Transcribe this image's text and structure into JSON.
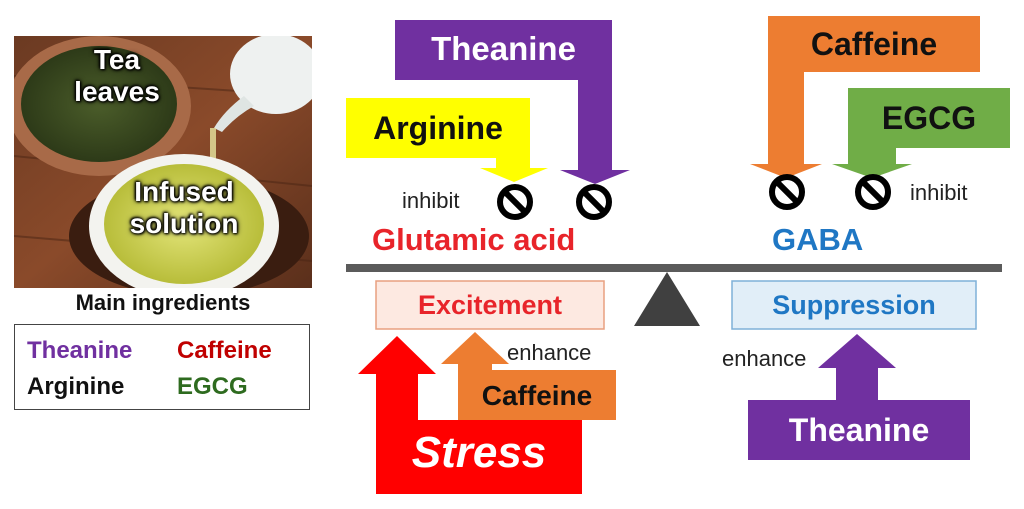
{
  "photo": {
    "tea_leaves_label": "Tea\nleaves",
    "infused_label": "Infused\nsolution"
  },
  "ingredients": {
    "title": "Main ingredients",
    "items": [
      {
        "name": "Theanine",
        "color": "#7030a0"
      },
      {
        "name": "Caffeine",
        "color": "#c00000"
      },
      {
        "name": "Arginine",
        "color": "#111111"
      },
      {
        "name": "EGCG",
        "color": "#2e6b1f"
      }
    ]
  },
  "top": {
    "theanine": "Theanine",
    "arginine": "Arginine",
    "caffeine": "Caffeine",
    "egcg": "EGCG",
    "inhibit_left": "inhibit",
    "inhibit_right": "inhibit",
    "glutamic_acid": "Glutamic acid",
    "gaba": "GABA"
  },
  "bottom": {
    "excitement": "Excitement",
    "suppression": "Suppression",
    "enhance_left": "enhance",
    "enhance_right": "enhance",
    "caffeine": "Caffeine",
    "stress": "Stress",
    "theanine": "Theanine"
  },
  "colors": {
    "purple": "#7030a0",
    "yellow": "#ffff00",
    "orange": "#ed7d31",
    "green": "#70ad47",
    "red": "#ff0000",
    "dark_red": "#e8242a",
    "blue": "#1f77c4",
    "beam": "#5b5b5b",
    "excitement_bg": "#fde9e1",
    "suppression_bg": "#e1eef8"
  }
}
